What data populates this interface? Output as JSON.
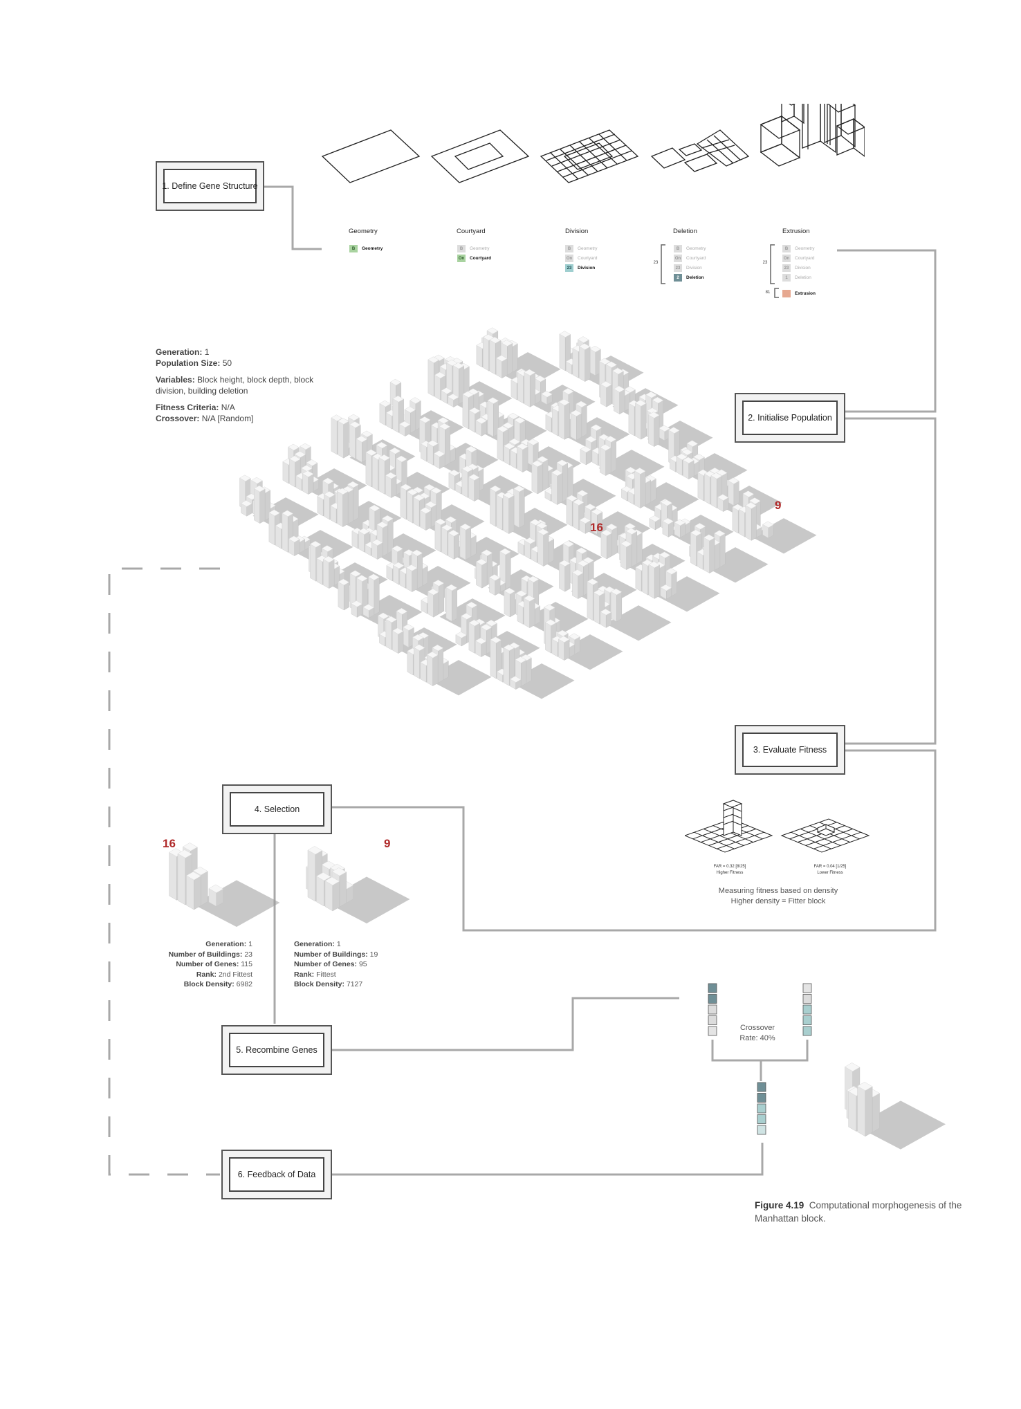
{
  "steps": {
    "s1": "1. Define Gene Structure",
    "s2": "2. Initialise Population",
    "s3": "3. Evaluate Fitness",
    "s4": "4. Selection",
    "s5": "5. Recombine Genes",
    "s6": "6. Feedback of Data"
  },
  "gene_columns": [
    {
      "title": "Geometry",
      "rows": [
        {
          "code": "B",
          "label": "Geometry",
          "state": "active",
          "color": "#a9d3a0"
        }
      ]
    },
    {
      "title": "Courtyard",
      "rows": [
        {
          "code": "B",
          "label": "Geometry",
          "state": "dim"
        },
        {
          "code": "On",
          "label": "Courtyard",
          "state": "active",
          "color": "#a9d3a0"
        }
      ]
    },
    {
      "title": "Division",
      "rows": [
        {
          "code": "B",
          "label": "Geometry",
          "state": "dim"
        },
        {
          "code": "On",
          "label": "Courtyard",
          "state": "dim"
        },
        {
          "code": "23",
          "label": "Division",
          "state": "active",
          "color": "#9fcfd0"
        }
      ]
    },
    {
      "title": "Deletion",
      "bracket": "23",
      "rows": [
        {
          "code": "B",
          "label": "Geometry",
          "state": "dim"
        },
        {
          "code": "On",
          "label": "Courtyard",
          "state": "dim"
        },
        {
          "code": "23",
          "label": "Division",
          "state": "dim"
        },
        {
          "code": "2",
          "label": "Deletion",
          "state": "active",
          "color": "#6f8f96"
        }
      ]
    },
    {
      "title": "Extrusion",
      "bracket": "23",
      "bracket2": "81",
      "rows": [
        {
          "code": "B",
          "label": "Geometry",
          "state": "dim"
        },
        {
          "code": "On",
          "label": "Courtyard",
          "state": "dim"
        },
        {
          "code": "23",
          "label": "Division",
          "state": "dim"
        },
        {
          "code": "1",
          "label": "Deletion",
          "state": "dim"
        },
        {
          "code": "",
          "label": "Extrusion",
          "state": "active",
          "color": "#e6a890"
        }
      ]
    }
  ],
  "population": {
    "generation_label": "Generation:",
    "generation": "1",
    "size_label": "Population Size:",
    "size": "50",
    "variables_label": "Variables:",
    "variables": "Block height, block depth, block division, building deletion",
    "fitness_label": "Fitness Criteria:",
    "fitness": "N/A",
    "crossover_label": "Crossover:",
    "crossover": "N/A [Random]"
  },
  "highlights": {
    "a": "16",
    "b": "9"
  },
  "fitness_eval": {
    "far_a": "FAR = 0.32 [8/25]",
    "fit_a": "Higher Fitness",
    "far_b": "FAR = 0.04 [1/25]",
    "fit_b": "Lower Fitness",
    "note_line1": "Measuring fitness based on density",
    "note_line2": "Higher density = Fitter block"
  },
  "selected": [
    {
      "id": "16",
      "generation": "1",
      "buildings": "23",
      "genes": "115",
      "rank": "2nd Fittest",
      "density": "6982"
    },
    {
      "id": "9",
      "generation": "1",
      "buildings": "19",
      "genes": "95",
      "rank": "Fittest",
      "density": "7127"
    }
  ],
  "info_labels": {
    "generation": "Generation:",
    "buildings": "Number of Buildings:",
    "genes": "Number of Genes:",
    "rank": "Rank:",
    "density": "Block Density:"
  },
  "crossover": {
    "line1": "Crossover",
    "line2": "Rate: 40%"
  },
  "caption": {
    "label": "Figure 4.19",
    "text": "Computational morphogenesis of the Manhattan block."
  },
  "colors": {
    "accent_red": "#b02a2a",
    "gene_teal_dark": "#6f8f96",
    "gene_teal_light": "#a9cfcf",
    "line": "#aaaaaa"
  }
}
